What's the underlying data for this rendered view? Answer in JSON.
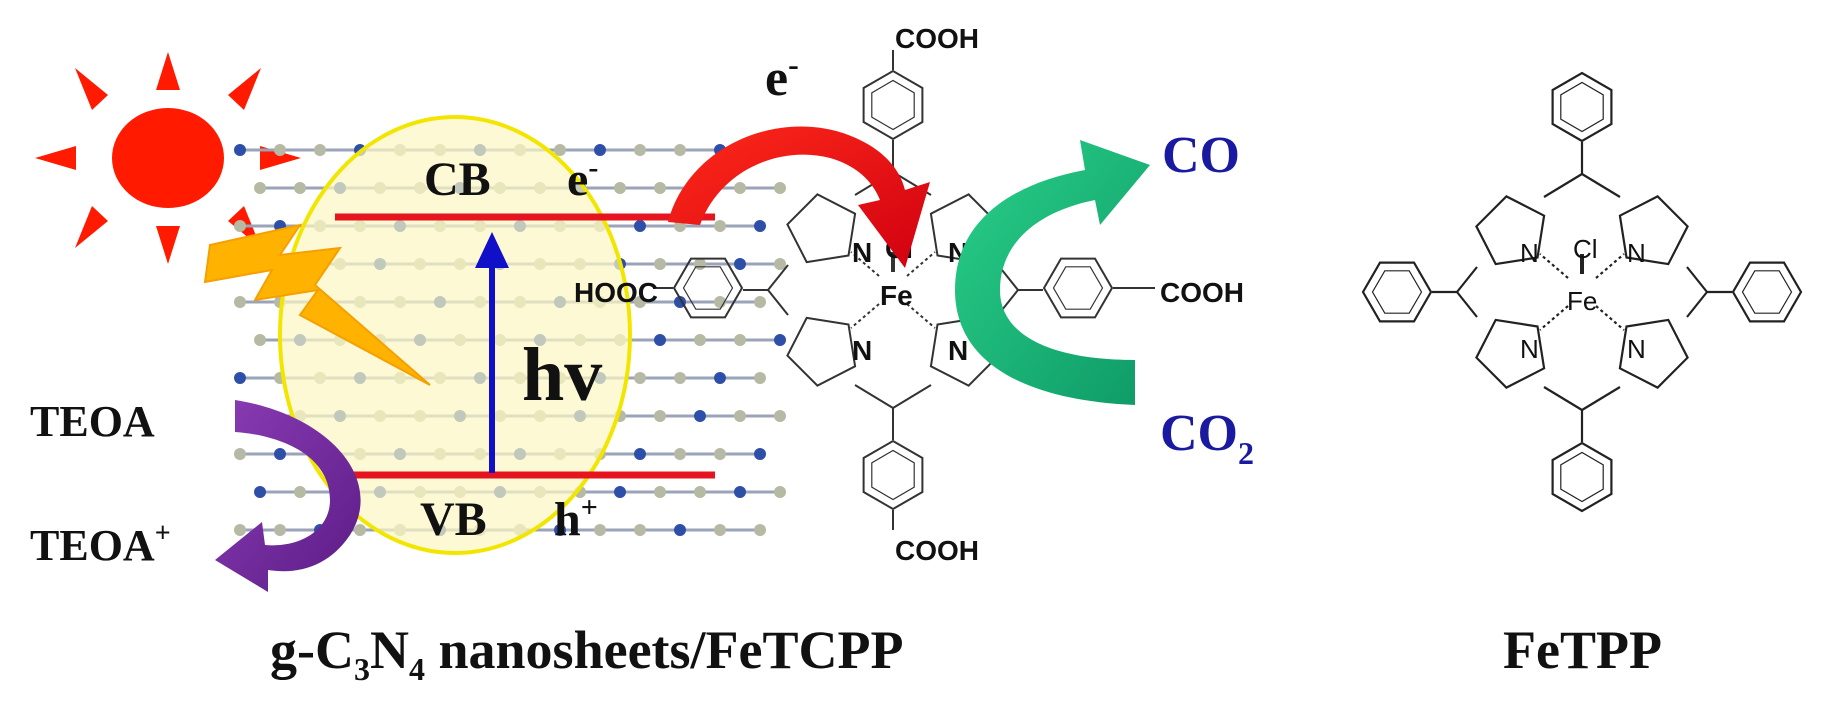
{
  "electron_label": "e",
  "electron_sup": "-",
  "cb_label": "CB",
  "cb_e": "e",
  "cb_e_sup": "-",
  "vb_label": "VB",
  "vb_h": "h",
  "vb_h_sup": "+",
  "hv_label": "hv",
  "teoa_label": "TEOA",
  "teoa_plus_label": "TEOA",
  "teoa_plus_sup": "+",
  "co_label": "CO",
  "co2_label": "CO",
  "co2_sub": "2",
  "fetcpp": {
    "cooh_top": "COOH",
    "cooh_right": "COOH",
    "cooh_bottom": "COOH",
    "hooc_left": "HOOC",
    "cl": "Cl",
    "fe": "Fe",
    "n": "N"
  },
  "fetpp": {
    "cl": "Cl",
    "fe": "Fe",
    "n": "N"
  },
  "caption_left_a": "g-C",
  "caption_left_sub1": "3",
  "caption_left_b": "N",
  "caption_left_sub2": "4",
  "caption_left_c": " nanosheets/FeTCPP",
  "caption_right": "FeTPP",
  "colors": {
    "sun": "#ff1a00",
    "band": "#e5141e",
    "circle_fill": "#fbf7c4",
    "circle_stroke": "#f2e600",
    "arrow_blue": "#1010c8",
    "lightning": "#ffb300",
    "purple": "#7a2aa0",
    "green": "#1ab27a",
    "co_text": "#1a1aa0"
  }
}
